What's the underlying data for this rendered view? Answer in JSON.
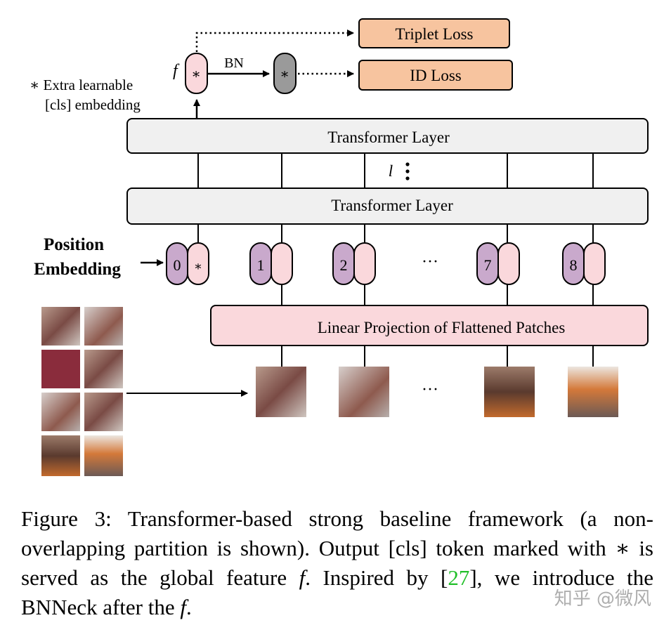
{
  "diagram": {
    "triplet_loss": "Triplet Loss",
    "id_loss": "ID Loss",
    "bn_label": "BN",
    "f_label": "f",
    "cls_note_line1": "∗ Extra learnable",
    "cls_note_line2": "[cls] embedding",
    "transformer_top": "Transformer Layer",
    "transformer_bottom": "Transformer Layer",
    "layer_count": "l",
    "position_embedding_line1": "Position",
    "position_embedding_line2": "Embedding",
    "linear_projection": "Linear Projection of Flattened Patches",
    "star": "∗",
    "token_indices": [
      "0",
      "1",
      "2",
      "7",
      "8"
    ],
    "ellipsis": "···"
  },
  "caption": {
    "part1": "Figure 3:  Transformer-based strong baseline framework (a non-overlapping partition is shown). Output [cls] token marked with ∗ is served as the global feature ",
    "f1": "f",
    "part2": ". Inspired by [",
    "ref": "27",
    "part3": "], we introduce the BNNeck after the ",
    "f2": "f",
    "part4": "."
  },
  "watermark": "知乎 @微风",
  "colors": {
    "loss_box": "#f7c49f",
    "layer_box": "#f0f0f0",
    "projection_box": "#fad8dc",
    "cls_token": "#fad8dc",
    "position_token": "#c9a9cc",
    "bn_token": "#9a9a9a",
    "citation": "#22c02a"
  }
}
